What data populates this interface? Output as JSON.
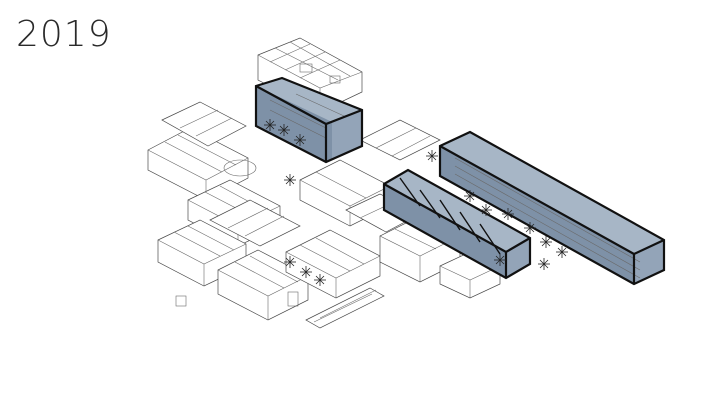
{
  "title": {
    "year": "2019"
  },
  "colors": {
    "highlight": "#93a4b8",
    "highlight_dark": "#7e91a7",
    "outline": "#111111"
  },
  "highlighted_buildings": [
    {
      "name": "upper-block"
    },
    {
      "name": "long-bar"
    },
    {
      "name": "hall"
    }
  ]
}
